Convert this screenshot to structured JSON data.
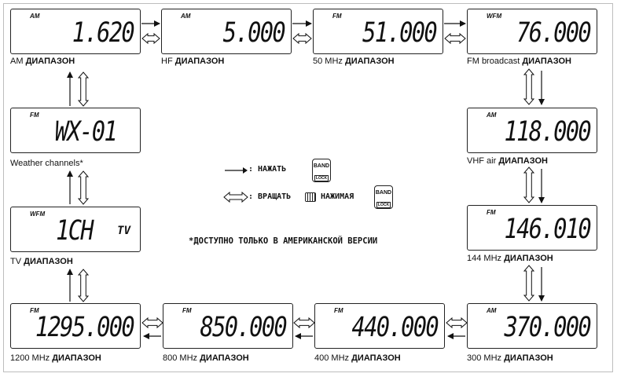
{
  "displays": [
    {
      "mode": "AM",
      "value": "1.620",
      "caption_a": "AM ",
      "caption_b": "ДИАПАЗОН"
    },
    {
      "mode": "AM",
      "value": "5.000",
      "caption_a": "HF ",
      "caption_b": "ДИАПАЗОН"
    },
    {
      "mode": "FM",
      "value": "51.000",
      "caption_a": "50 MHz ",
      "caption_b": "ДИАПАЗОН"
    },
    {
      "mode": "WFM",
      "value": "76.000",
      "caption_a": "FM broadcast ",
      "caption_b": "ДИАПАЗОН"
    },
    {
      "mode": "AM",
      "value": "118.000",
      "caption_a": "VHF air ",
      "caption_b": "ДИАПАЗОН"
    },
    {
      "mode": "FM",
      "value": "146.010",
      "caption_a": "144 MHz ",
      "caption_b": "ДИАПАЗОН"
    },
    {
      "mode": "AM",
      "value": "370.000",
      "caption_a": "300 MHz ",
      "caption_b": "ДИАПАЗОН"
    },
    {
      "mode": "FM",
      "value": "440.000",
      "caption_a": "400 MHz ",
      "caption_b": "ДИАПАЗОН"
    },
    {
      "mode": "FM",
      "value": "850.000",
      "caption_a": "800 MHz ",
      "caption_b": "ДИАПАЗОН"
    },
    {
      "mode": "FM",
      "value": "1295.000",
      "caption_a": "1200 MHz ",
      "caption_b": "ДИАПАЗОН"
    },
    {
      "mode": "WFM",
      "value": "1CH",
      "extra": "TV",
      "caption_a": "TV ",
      "caption_b": "ДИАПАЗОН"
    },
    {
      "mode": "FM",
      "value": "WX-01",
      "caption_a": "Weather channels*",
      "caption_b": ""
    }
  ],
  "legend": {
    "press_label": ": НАЖАТЬ",
    "rotate_label": ": ВРАЩАТЬ",
    "while_label": "НАЖИМАЯ",
    "band_key_top": "BAND",
    "band_key_bottom": "LOCK",
    "arrow_icon": "single-arrow-icon",
    "hollow_arrow_icon": "double-hollow-arrow-icon",
    "dial_icon": "dial-icon"
  },
  "note": "*ДОСТУПНО ТОЛЬКО В АМЕРИКАНСКОЙ ВЕРСИИ"
}
